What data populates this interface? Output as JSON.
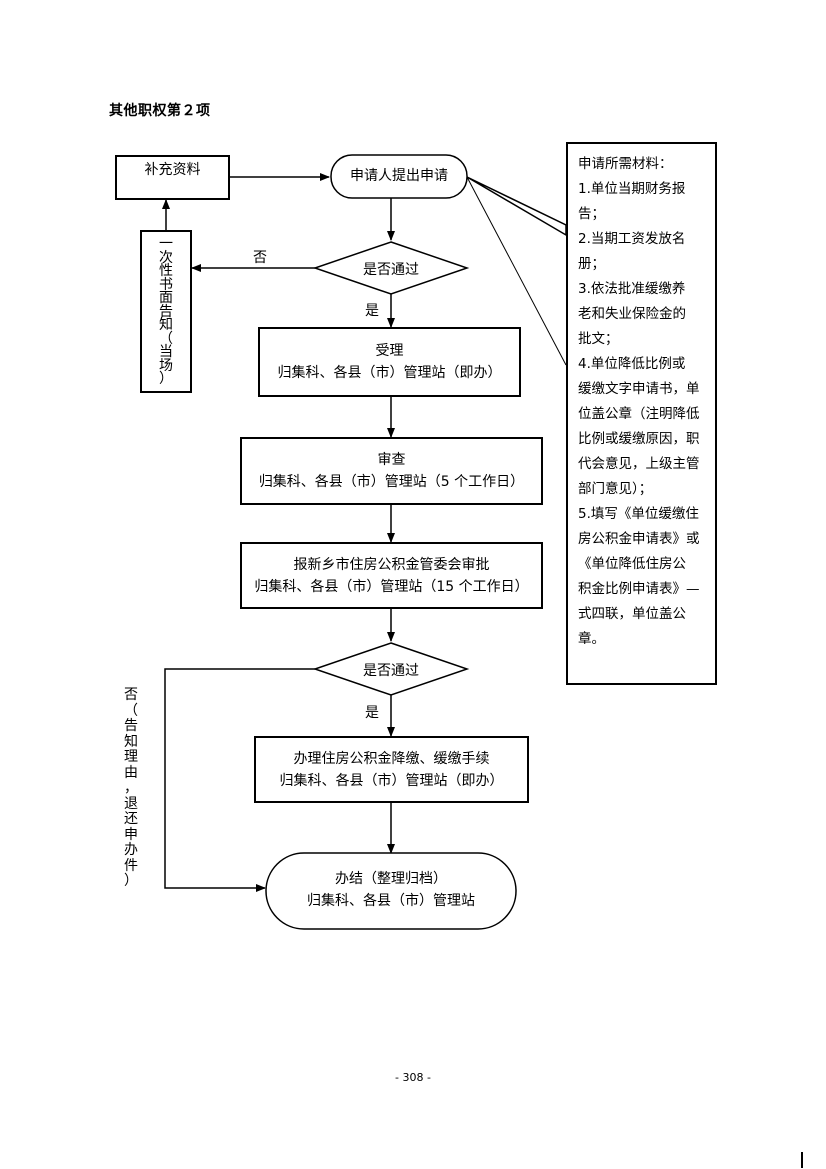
{
  "page": {
    "title": "其他职权第２项",
    "page_number": "- 308 -"
  },
  "nodes": {
    "supplement": "补充资料",
    "apply": "申请人提出申请",
    "notice_chars": [
      "一",
      "次",
      "性",
      "书",
      "面",
      "告",
      "知",
      "（",
      "当",
      "场",
      "）"
    ],
    "decision1": "是否通过",
    "accept_line1": "受理",
    "accept_line2": "归集科、各县（市）管理站（即办）",
    "review_line1": "审查",
    "review_line2": "归集科、各县（市）管理站（5 个工作日）",
    "committee_line1": "报新乡市住房公积金管委会审批",
    "committee_line2": "归集科、各县（市）管理站（15 个工作日）",
    "decision2": "是否通过",
    "handle_line1": "办理住房公积金降缴、缓缴手续",
    "handle_line2": "归集科、各县（市）管理站（即办）",
    "finish_line1": "办结（整理归档）",
    "finish_line2": "归集科、各县（市）管理站"
  },
  "labels": {
    "no1": "否",
    "yes1": "是",
    "yes2": "是",
    "no2_chars": [
      "否",
      "（",
      "告",
      "知",
      "理",
      "由",
      "，",
      "退",
      "还",
      "申",
      "办",
      "件",
      "）"
    ]
  },
  "materials": {
    "lines": [
      "申请所需材料：",
      "1.单位当期财务报",
      "告；",
      "2.当期工资发放名",
      "册；",
      "3.依法批准缓缴养",
      "老和失业保险金的",
      "批文；",
      "4.单位降低比例或",
      "缓缴文字申请书，单",
      "位盖公章（注明降低",
      "比例或缓缴原因，职",
      "代会意见，上级主管",
      "部门意见）；",
      "5.填写《单位缓缴住",
      "房公积金申请表》或",
      "《单位降低住房公",
      "积金比例申请表》—",
      "式四联，单位盖公",
      "章。"
    ]
  }
}
